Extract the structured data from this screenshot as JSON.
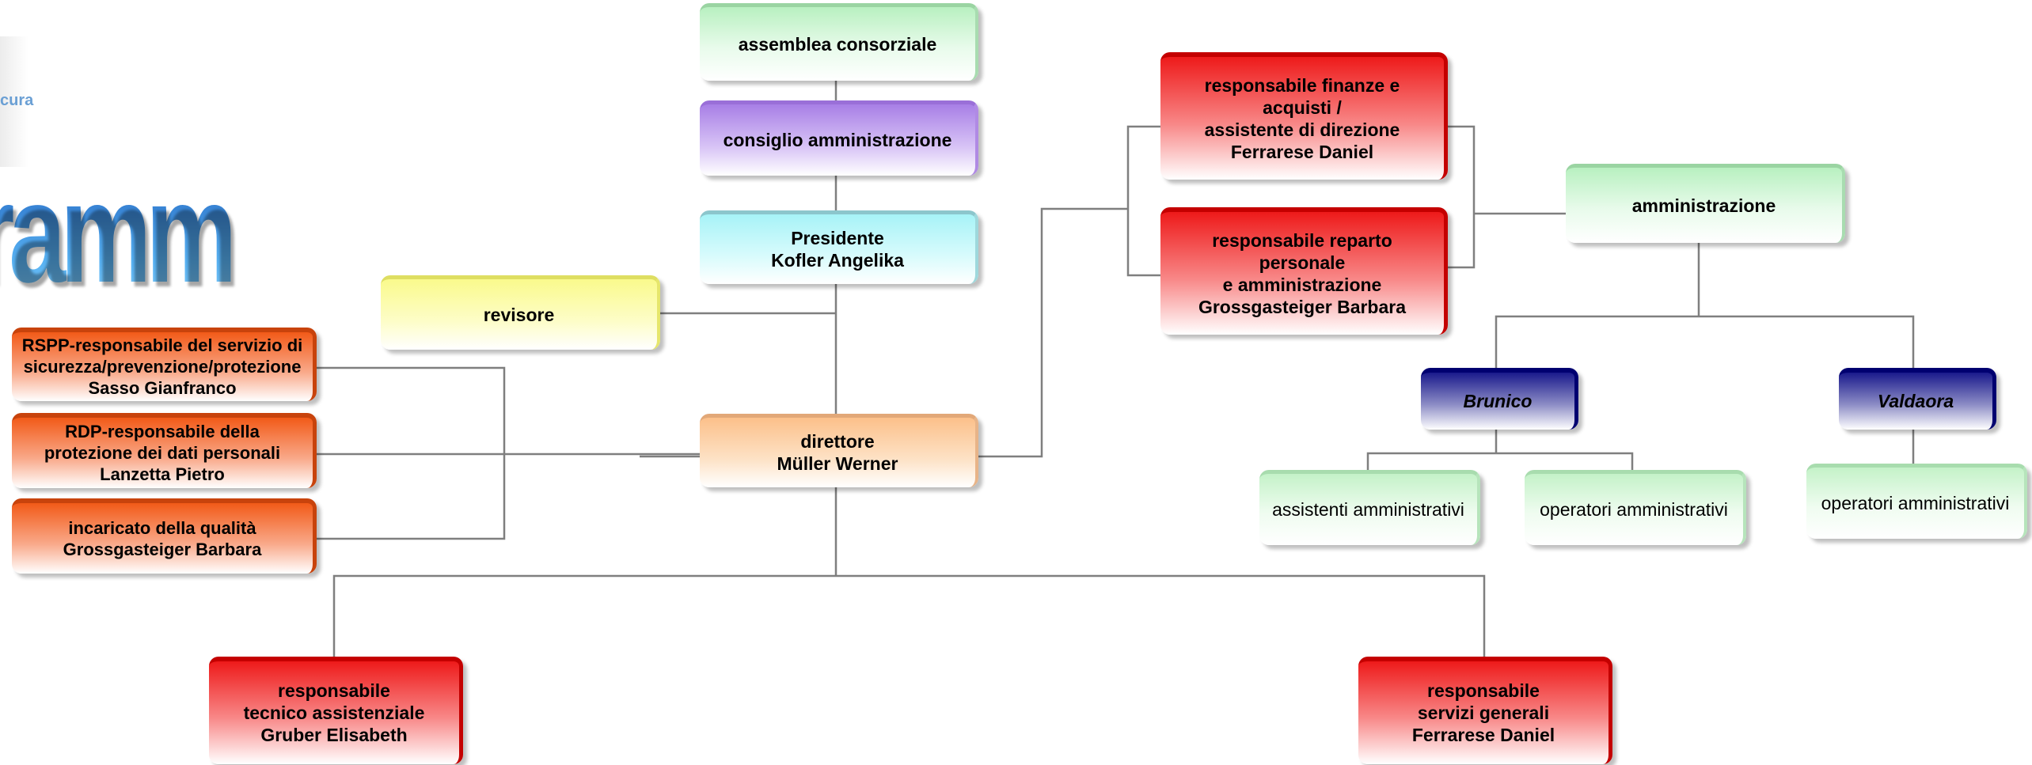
{
  "logo": {
    "tag": "cura",
    "word": "ramm"
  },
  "nodes": {
    "assemblea": [
      "assemblea consorziale"
    ],
    "consiglio": [
      "consiglio amministrazione"
    ],
    "presidente": [
      "Presidente",
      "Kofler Angelika"
    ],
    "revisore": [
      "revisore"
    ],
    "direttore": [
      "direttore",
      "Müller Werner"
    ],
    "finanze": [
      "responsabile finanze e",
      "acquisti /",
      "assistente di direzione",
      "Ferrarese Daniel"
    ],
    "personale": [
      "responsabile reparto personale",
      "e amministrazione",
      "Grossgasteiger Barbara"
    ],
    "amministrazione": [
      "amministrazione"
    ],
    "brunico": [
      "Brunico"
    ],
    "valdaora": [
      "Valdaora"
    ],
    "assistenti": [
      "assistenti amministrativi"
    ],
    "operatori_b": [
      "operatori amministrativi"
    ],
    "operatori_v": [
      "operatori amministrativi"
    ],
    "rspp": [
      "RSPP-responsabile del servizio di",
      "sicurezza/prevenzione/protezione",
      "Sasso Gianfranco"
    ],
    "rdp": [
      "RDP-responsabile della",
      "protezione dei dati personali",
      "Lanzetta Pietro"
    ],
    "qualita": [
      "incaricato della qualità",
      "Grossgasteiger Barbara"
    ],
    "tecnico": [
      "responsabile",
      "tecnico assistenziale",
      "Gruber Elisabeth"
    ],
    "generali": [
      "responsabile",
      "servizi generali",
      "Ferrarese Daniel"
    ]
  },
  "colors": {
    "connector": "#7f7f7f",
    "logo_blue": "#3a8fe0",
    "red_box": "#ee1a1a",
    "navy_box": "#1a1a8c",
    "orange_box": "#f25a18"
  }
}
